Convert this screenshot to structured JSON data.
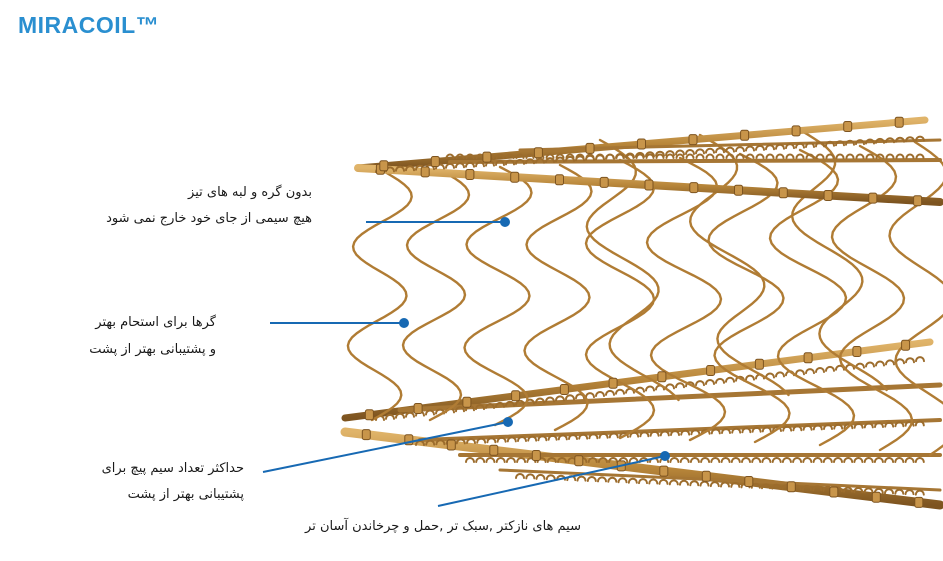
{
  "brand": "MIRACOIL™",
  "callouts": [
    {
      "lines": [
        "بدون گره و لبه های تیز",
        "هیچ سیمی از جای خود خارج نمی شود"
      ]
    },
    {
      "lines": [
        "گرها برای استحام بهتر",
        "و پشتیبانی بهتر از پشت"
      ]
    },
    {
      "lines": [
        "حداکثر تعداد سیم پیچ برای",
        "پشتیبانی بهتر از پشت"
      ]
    },
    {
      "lines": [
        "سیم های نازکتر ,سبک تر ,حمل و چرخاندن آسان تر"
      ]
    }
  ],
  "colors": {
    "brand": "#2a8fd0",
    "callout_line": "#1769b3",
    "wire": "#b8863a",
    "wire_dark": "#8a5e22"
  }
}
